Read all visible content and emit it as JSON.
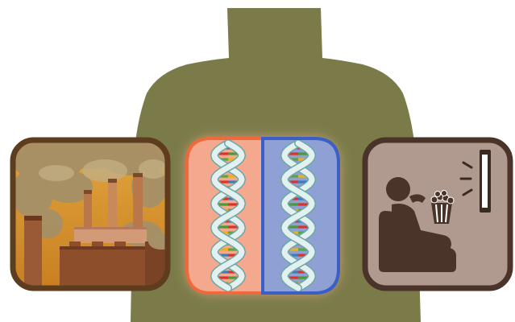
{
  "figure": {
    "panels": [
      {
        "id": "environment",
        "icon": "factory-pollution-icon",
        "frame_color": "#5e3d1e",
        "fill_color": "#d9922e"
      },
      {
        "id": "genetics",
        "icon": "dna-double-helix-icon",
        "left_color": "#f4a98e",
        "right_color": "#8ea0d4",
        "left_border": "#ee6a3c",
        "right_border": "#3a5fc8"
      },
      {
        "id": "lifestyle",
        "icon": "sedentary-tv-snacking-icon",
        "frame_color": "#4a342a",
        "fill_color": "#b09a8f"
      }
    ],
    "silhouette": {
      "icon": "human-torso-silhouette",
      "color": "#7b7b4a"
    }
  }
}
